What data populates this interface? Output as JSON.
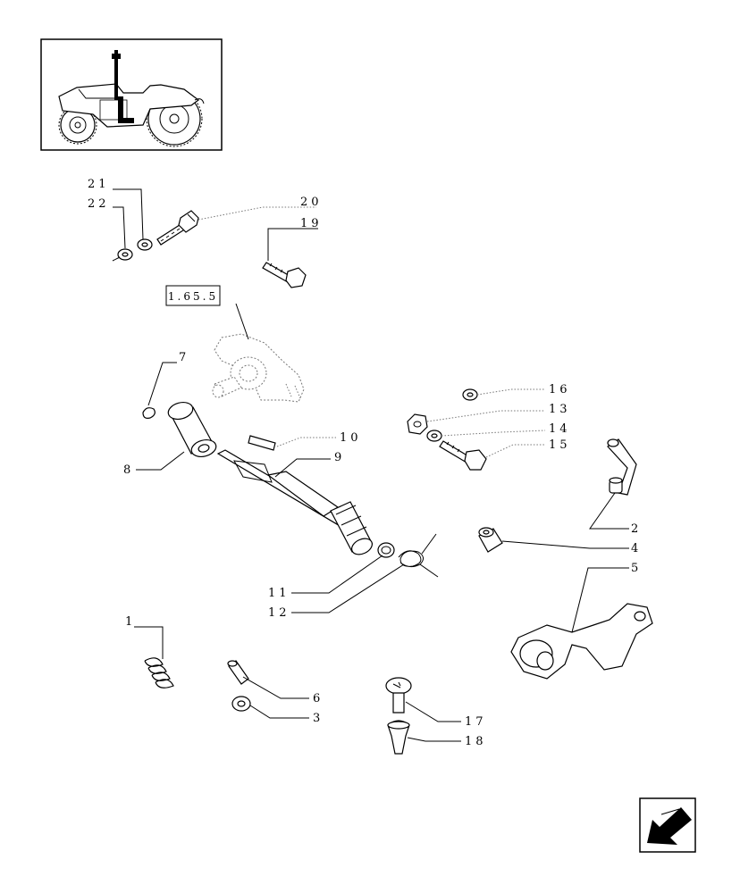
{
  "reference_box": "1.65.5",
  "callouts": [
    {
      "id": "c21",
      "label": "21"
    },
    {
      "id": "c22",
      "label": "22"
    },
    {
      "id": "c20",
      "label": "20"
    },
    {
      "id": "c19",
      "label": "19"
    },
    {
      "id": "c7",
      "label": "7"
    },
    {
      "id": "c16",
      "label": "16"
    },
    {
      "id": "c13",
      "label": "13"
    },
    {
      "id": "c14",
      "label": "14"
    },
    {
      "id": "c15",
      "label": "15"
    },
    {
      "id": "c10",
      "label": "10"
    },
    {
      "id": "c9",
      "label": "9"
    },
    {
      "id": "c8",
      "label": "8"
    },
    {
      "id": "c2",
      "label": "2"
    },
    {
      "id": "c4",
      "label": "4"
    },
    {
      "id": "c5",
      "label": "5"
    },
    {
      "id": "c11",
      "label": "11"
    },
    {
      "id": "c12",
      "label": "12"
    },
    {
      "id": "c1",
      "label": "1"
    },
    {
      "id": "c6",
      "label": "6"
    },
    {
      "id": "c3",
      "label": "3"
    },
    {
      "id": "c17",
      "label": "17"
    },
    {
      "id": "c18",
      "label": "18"
    }
  ],
  "nav_icon": "previous-page-arrow-icon"
}
